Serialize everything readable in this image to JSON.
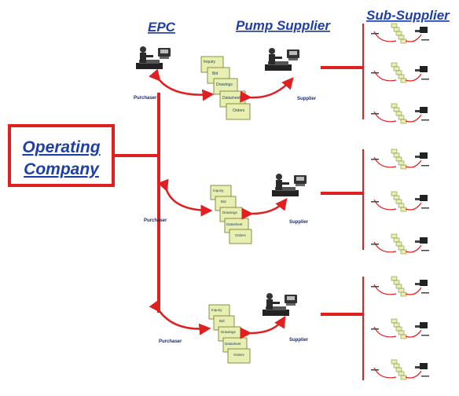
{
  "headers": {
    "epc": "EPC",
    "pump_supplier": "Pump Supplier",
    "sub_supplier": "Sub-Supplier"
  },
  "operating_company": {
    "line1": "Operating",
    "line2": "Company"
  },
  "roles": {
    "purchaser": "Purchaser",
    "supplier": "Supplier"
  },
  "documents": [
    "Inquiry",
    "Bid",
    "Drawings",
    "Datasheet",
    "Orders"
  ],
  "colors": {
    "heading": "#1f3fa8",
    "line": "#e02020",
    "document": "#e8efb0",
    "document_border": "#6a7a30"
  }
}
